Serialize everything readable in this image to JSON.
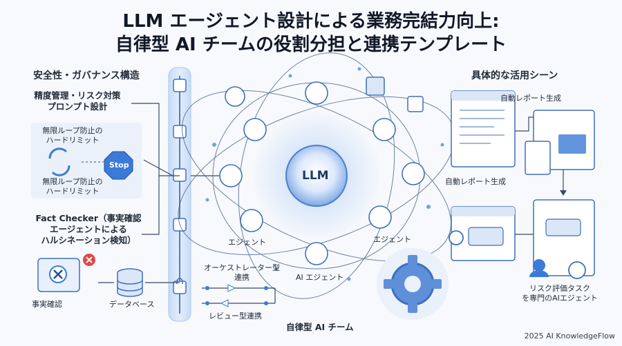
{
  "title": {
    "line1": "LLM エージェント設計による業務完結力向上:",
    "line2": "自律型 AI チームの役割分担と連携テンプレート"
  },
  "left": {
    "heading": "安全性・ガバナンス構造",
    "prompt_design": [
      "精度管理・リスク対策",
      "プロンプト設計"
    ],
    "loop_top": [
      "無限ループ防止の",
      "ハードリミット"
    ],
    "loop_bottom": [
      "無限ループ防止の",
      "ハードリミット"
    ],
    "stop_sign": "Stop",
    "fact_checker": [
      "Fact Checker（事実確認",
      "エージェントによる",
      "ハルシネーション検知）"
    ],
    "fact_check_label": "事実確認",
    "database_label": "データベース"
  },
  "center": {
    "core": "LLM",
    "agent_left": "エジェント",
    "agent_right": "エジェント",
    "ai_agent": "AI エジェント",
    "orchestrator": [
      "オーケストレーター型",
      "連携"
    ],
    "review": "レビュー型連携",
    "team": "自律型 AI チーム"
  },
  "right": {
    "heading": "具体的な活用シーン",
    "report_top": "自動レポート生成",
    "report_mid": "自動レポート生成",
    "risk": [
      "リスク評価タスク",
      "を専門のAIエジェント"
    ]
  },
  "footer": "2025 AI KnowledgeFlow",
  "colors": {
    "accent": "#2f6fd0",
    "light": "#dbe7f7",
    "stop": "#3b7bd8",
    "alert": "#e04848"
  }
}
